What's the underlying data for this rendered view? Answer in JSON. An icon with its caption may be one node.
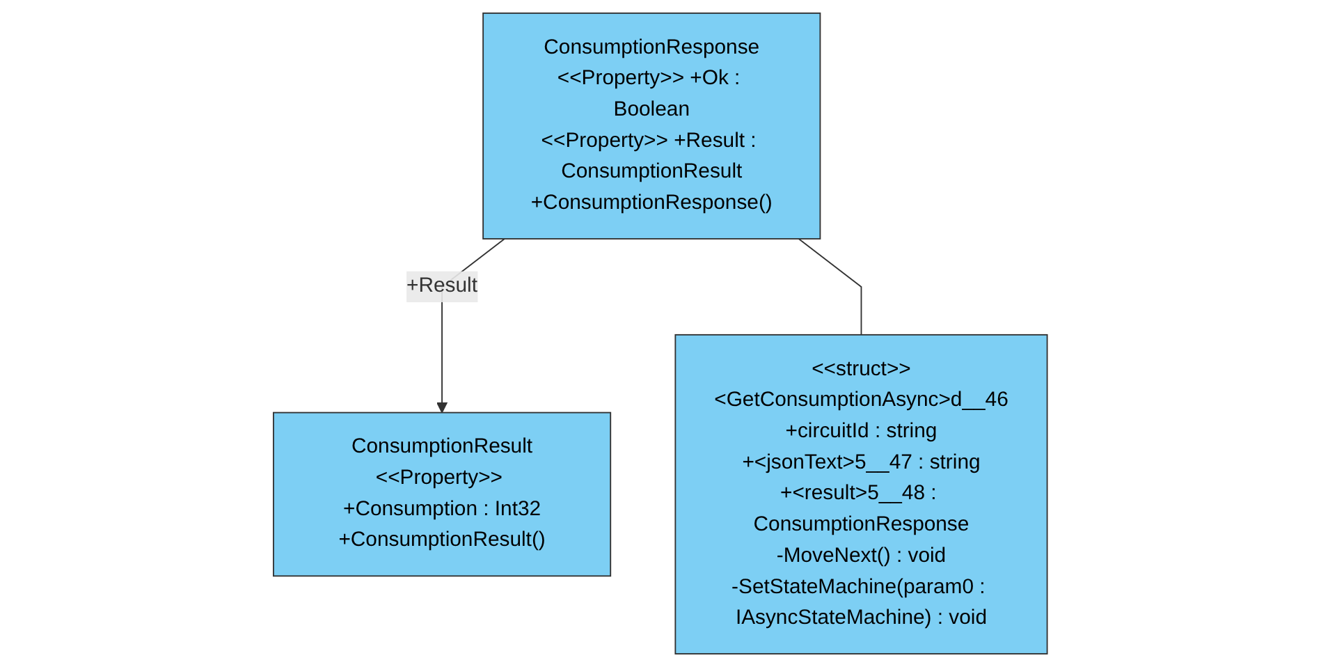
{
  "diagram": {
    "nodes": [
      {
        "text": [
          "ConsumptionResult",
          "<<Property>> +Consumption : Int32",
          "+ConsumptionResult()"
        ]
      },
      {
        "text": [
          "ConsumptionResponse",
          "<<Property>> +Ok : Boolean",
          "<<Property>> +Result : ConsumptionResult",
          "+ConsumptionResponse()"
        ]
      },
      {
        "text": [
          "<<struct>>",
          "<GetConsumptionAsync>d__46",
          "+circuitId : string",
          "+<jsonText>5__47 : string",
          "+<result>5__48 : ConsumptionResponse",
          "-MoveNext() : void",
          "-SetStateMachine(param0 : IAsyncStateMachine) : void"
        ]
      }
    ],
    "edges": [
      {
        "from": 1,
        "to": 0,
        "arrow": "to",
        "label": "+Result"
      },
      {
        "from": 1,
        "to": 2,
        "arrow": "none"
      }
    ]
  }
}
